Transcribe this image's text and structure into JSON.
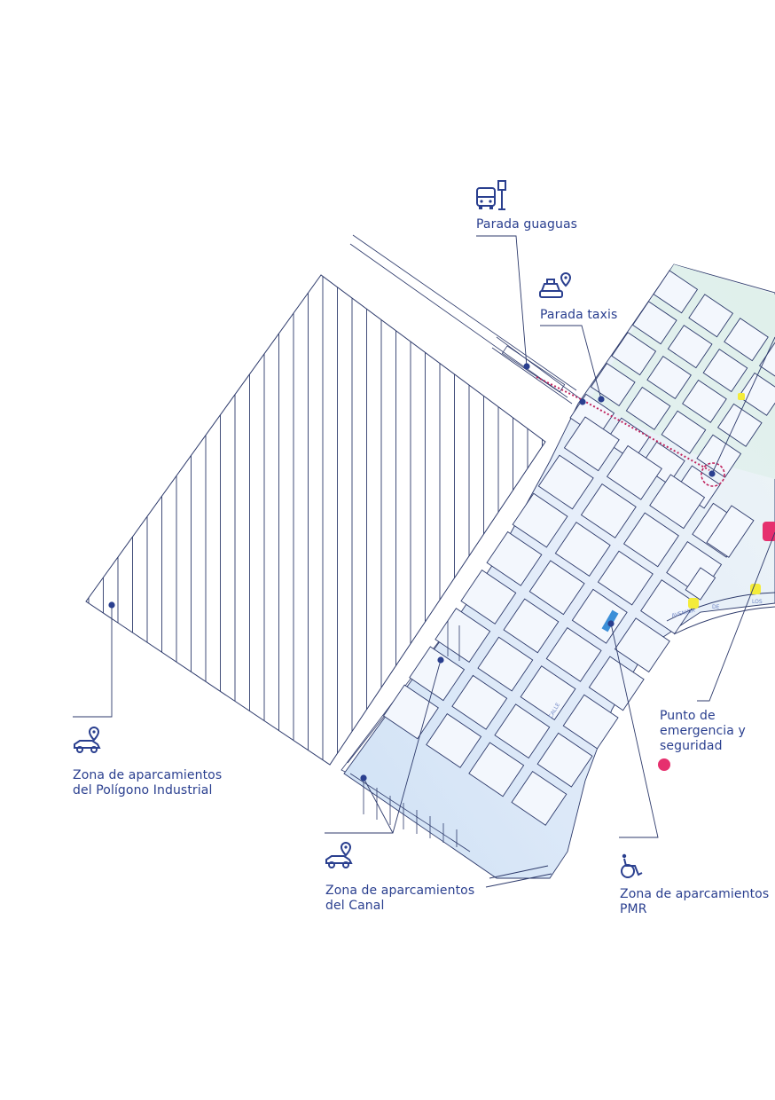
{
  "labels": {
    "bus_stop": "Parada guaguas",
    "taxi_stop": "Parada taxis",
    "industrial_parking_line1": "Zona de aparcamientos",
    "industrial_parking_line2": "del Polígono Industrial",
    "canal_parking_line1": "Zona de aparcamientos",
    "canal_parking_line2": "del Canal",
    "pmr_parking_line1": "Zona de aparcamientos",
    "pmr_parking_line2": "PMR",
    "emergency_line1": "Punto de",
    "emergency_line2": "emergencia y",
    "emergency_line3": "seguridad"
  },
  "streets": {
    "avenida": "AVENIDA",
    "de": "DE",
    "los": "LOS",
    "calle": "CALLE"
  },
  "icons": {
    "bus": "bus-stop-icon",
    "taxi": "taxi-location-icon",
    "car_industrial": "car-location-icon",
    "car_canal": "car-location-icon",
    "pmr": "wheelchair-icon"
  },
  "colors": {
    "ink": "#2a3f8f",
    "line": "#2d3a6b",
    "emergency": "#e6306e",
    "route": "#c0245e",
    "highlight": "#f4ec3a",
    "pmr_bay": "#3b8fd8"
  }
}
